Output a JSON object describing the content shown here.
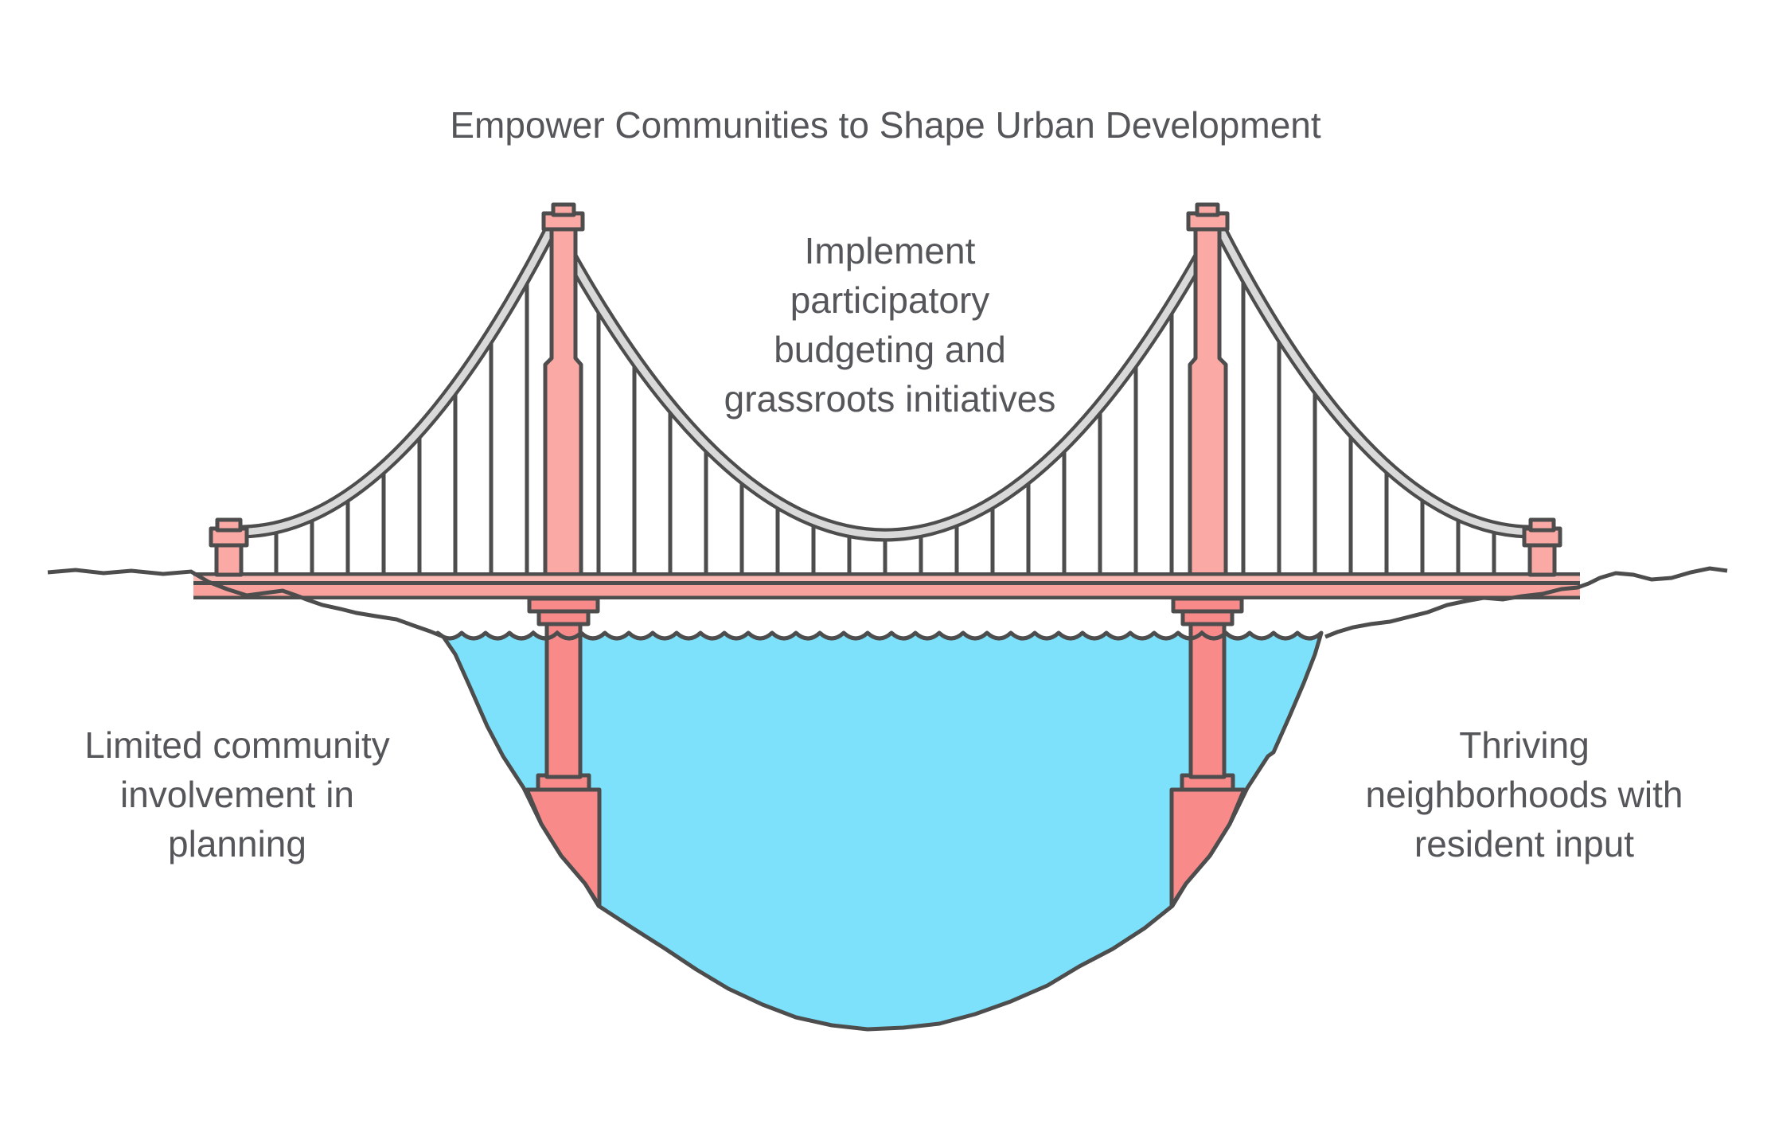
{
  "title": "Empower Communities to Shape Urban Development",
  "notes": {
    "center": {
      "lines": [
        "Implement",
        "participatory",
        "budgeting and",
        "grassroots initiatives"
      ]
    },
    "left": {
      "lines": [
        "Limited community",
        "involvement in",
        "planning"
      ]
    },
    "right": {
      "lines": [
        "Thriving",
        "neighborhoods with",
        "resident input"
      ]
    }
  },
  "illustration": {
    "name": "suspension-bridge-over-water",
    "colors": {
      "outline": "#4D4D4D",
      "tower_pink": "#FBA9A5",
      "deck_pink": "#F9A19C",
      "deck_light_pink": "#FBB8B3",
      "underwater_pier_pink": "#F88A8A",
      "cable_gray": "#D9D9D9",
      "water_cyan": "#7DE1FB",
      "text_gray": "#54565A"
    }
  }
}
